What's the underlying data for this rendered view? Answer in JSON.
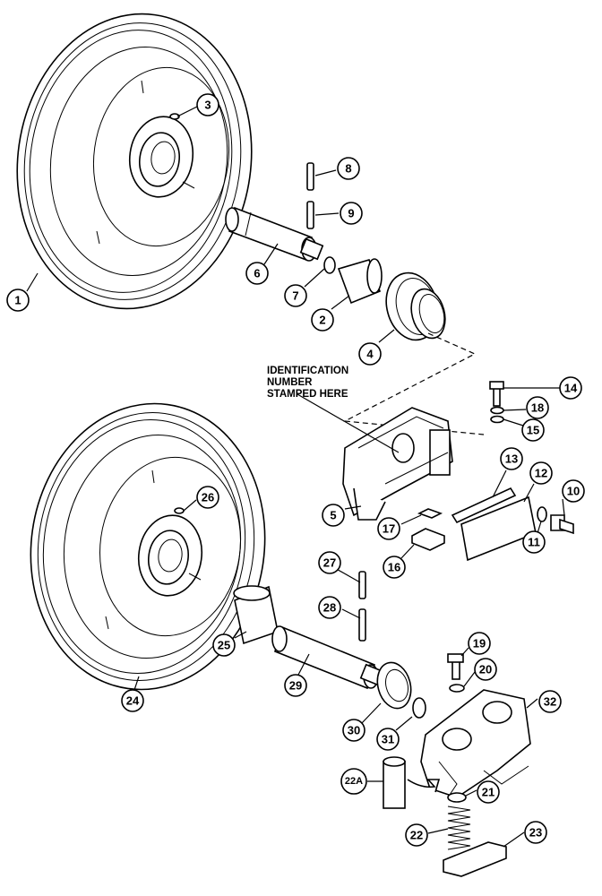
{
  "note": {
    "lines": [
      "IDENTIFICATION",
      "NUMBER",
      "STAMPED HERE"
    ]
  },
  "callouts": [
    "1",
    "2",
    "3",
    "4",
    "5",
    "6",
    "7",
    "8",
    "9",
    "10",
    "11",
    "12",
    "13",
    "14",
    "15",
    "16",
    "17",
    "18",
    "20",
    "19",
    "21",
    "22",
    "22A",
    "23",
    "24",
    "25",
    "26",
    "27",
    "28",
    "29",
    "30",
    "31",
    "32"
  ]
}
